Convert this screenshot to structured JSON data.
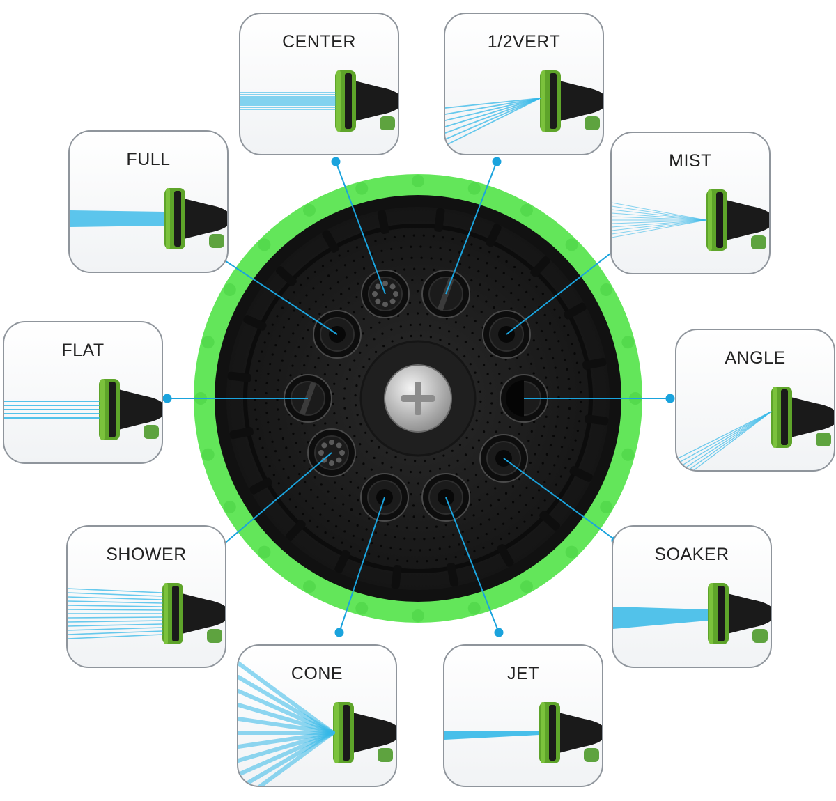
{
  "modes": [
    {
      "id": "center",
      "label": "CENTER",
      "spray": "center"
    },
    {
      "id": "half-vert",
      "label": "1/2VERT",
      "spray": "halfvert"
    },
    {
      "id": "mist",
      "label": "MIST",
      "spray": "mist"
    },
    {
      "id": "angle",
      "label": "ANGLE",
      "spray": "angle"
    },
    {
      "id": "soaker",
      "label": "SOAKER",
      "spray": "soaker"
    },
    {
      "id": "jet",
      "label": "JET",
      "spray": "jet"
    },
    {
      "id": "cone",
      "label": "CONE",
      "spray": "cone"
    },
    {
      "id": "shower",
      "label": "SHOWER",
      "spray": "shower"
    },
    {
      "id": "flat",
      "label": "FLAT",
      "spray": "flat"
    },
    {
      "id": "full",
      "label": "FULL",
      "spray": "full"
    }
  ],
  "colors": {
    "dial_ring": "#63e65a",
    "dial_face": "#1c1c1c",
    "connector": "#1aa3dd",
    "spray": "#35b8e8",
    "nozzle_body": "#1a1a1a",
    "nozzle_ring": "#5ea42a",
    "card_border": "#8f959c"
  }
}
